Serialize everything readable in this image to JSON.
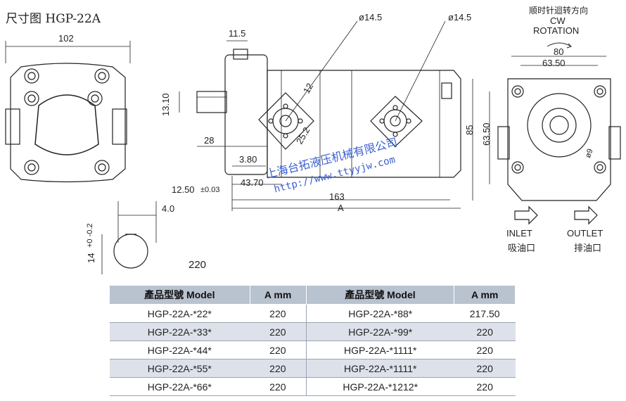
{
  "title": "尺寸图 HGP-22A",
  "dimensions": {
    "d102": "102",
    "d11_5": "11.5",
    "port_dia_left": "ø14.5",
    "port_dia_right": "ø14.5",
    "d13_10": "13.10",
    "d28": "28",
    "d3_80": "3.80",
    "d25_2": "25.2",
    "d12": "12",
    "d43_70": "43.70",
    "d163": "163",
    "dA": "A",
    "d12_50": "12.50",
    "tol_12_50": "±0.03",
    "d4_0": "4.0",
    "d14": "14",
    "tol_14": "+0 -0.2",
    "d220": "220",
    "d80": "80",
    "d63_50": "63.50",
    "d85": "85",
    "d63_50_v": "63.50",
    "d9": "ø9"
  },
  "rotation": {
    "cn": "顺时针迴转方向",
    "line1": "CW",
    "line2": "ROTATION"
  },
  "ports": {
    "inlet_en": "INLET",
    "inlet_cn": "吸油口",
    "outlet_en": "OUTLET",
    "outlet_cn": "排油口"
  },
  "watermark": {
    "company": "上海台拓液压机械有限公司",
    "url": "http://www.ttyyjw.com"
  },
  "table": {
    "headers": [
      "產品型號 Model",
      "A mm",
      "產品型號 Model",
      "A mm"
    ],
    "rows": [
      [
        "HGP-22A-*22*",
        "220",
        "HGP-22A-*88*",
        "217.50"
      ],
      [
        "HGP-22A-*33*",
        "220",
        "HGP-22A-*99*",
        "220"
      ],
      [
        "HGP-22A-*44*",
        "220",
        "HGP-22A-*1111*",
        "220"
      ],
      [
        "HGP-22A-*55*",
        "220",
        "HGP-22A-*1111*",
        "220"
      ],
      [
        "HGP-22A-*66*",
        "220",
        "HGP-22A-*1212*",
        "220"
      ]
    ]
  }
}
